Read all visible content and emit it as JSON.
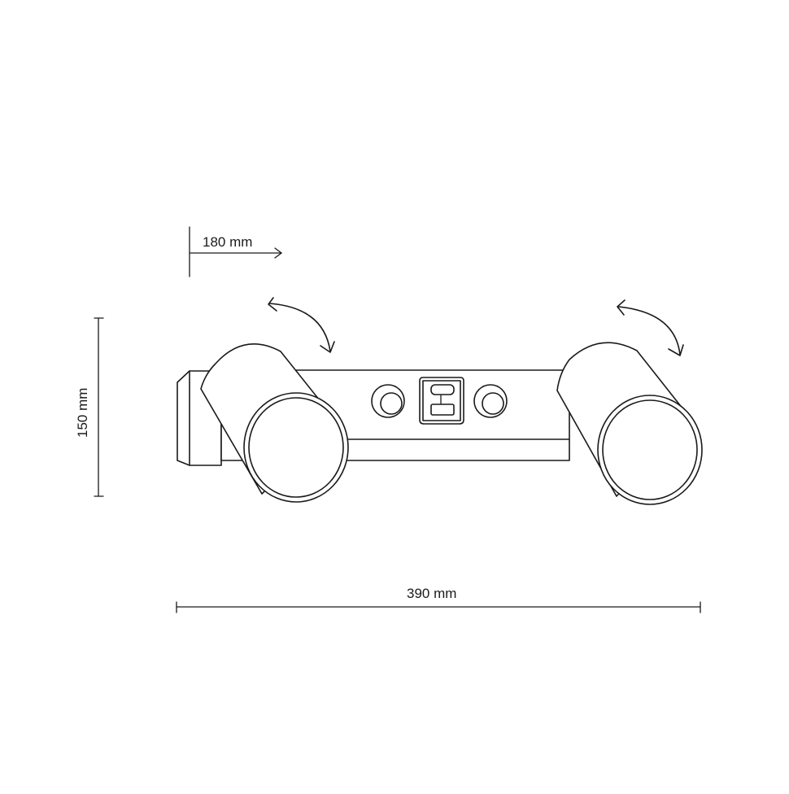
{
  "diagram": {
    "dimensions": {
      "depth": {
        "label": "180 mm"
      },
      "height": {
        "label": "150 mm"
      },
      "width": {
        "label": "390 mm"
      }
    },
    "colors": {
      "line": "#1a1a1a",
      "background": "#ffffff"
    },
    "icons": [
      "rotation-arrow-left",
      "rotation-arrow-right",
      "usb-a-port",
      "usb-c-port"
    ]
  }
}
